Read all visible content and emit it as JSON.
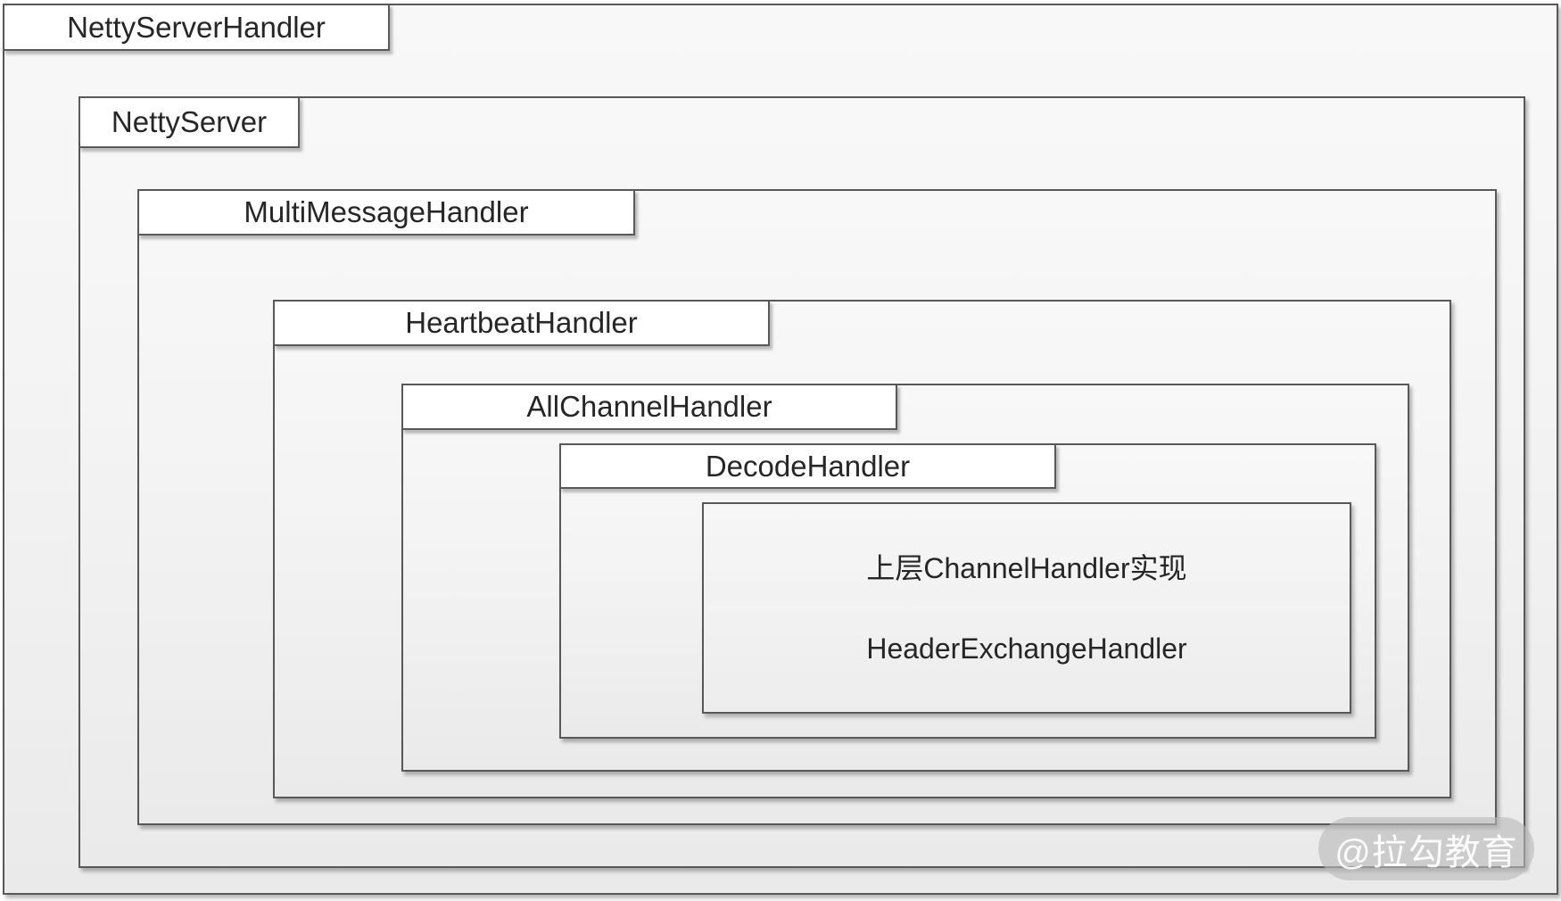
{
  "diagram": {
    "frames": [
      {
        "name": "netty-server-handler",
        "label": "NettyServerHandler"
      },
      {
        "name": "netty-server",
        "label": "NettyServer"
      },
      {
        "name": "multi-message-handler",
        "label": "MultiMessageHandler"
      },
      {
        "name": "heartbeat-handler",
        "label": "HeartbeatHandler"
      },
      {
        "name": "all-channel-handler",
        "label": "AllChannelHandler"
      },
      {
        "name": "decode-handler",
        "label": "DecodeHandler"
      }
    ],
    "content_box": {
      "line1": "上层ChannelHandler实现",
      "line2": "HeaderExchangeHandler"
    },
    "watermark": {
      "text": "@拉勾教育"
    },
    "colors": {
      "border": "#585858",
      "label_background": "#ffffff",
      "text": "#262626",
      "frame_fill_top": "#f8f8f8",
      "frame_fill_bottom": "#eaeaea",
      "watermark_background": "#bababa",
      "watermark_text": "#ffffff"
    }
  }
}
